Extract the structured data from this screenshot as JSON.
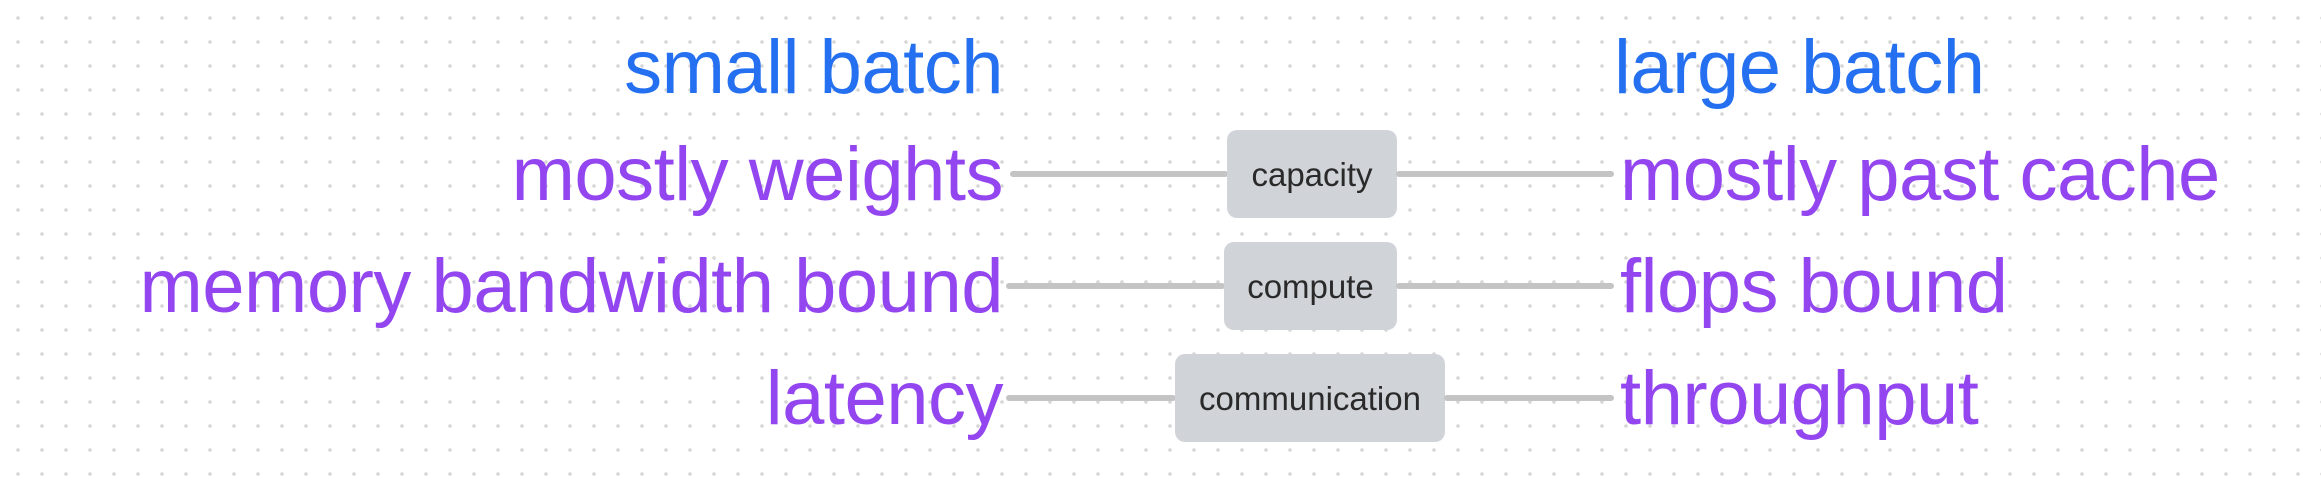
{
  "headers": {
    "left": "small batch",
    "right": "large batch"
  },
  "rows": [
    {
      "left": "mostly weights",
      "center": "capacity",
      "right": "mostly past cache"
    },
    {
      "left": "memory bandwidth bound",
      "center": "compute",
      "right": "flops bound"
    },
    {
      "left": "latency",
      "center": "communication",
      "right": "throughput"
    }
  ],
  "colors": {
    "header_text": "#2470f0",
    "item_text": "#9346f0",
    "connector_line": "#c4c4c4",
    "center_box_fill": "#d0d3d8",
    "center_box_text": "#2a2a2a",
    "dot_grid": "#d6d6d6"
  }
}
